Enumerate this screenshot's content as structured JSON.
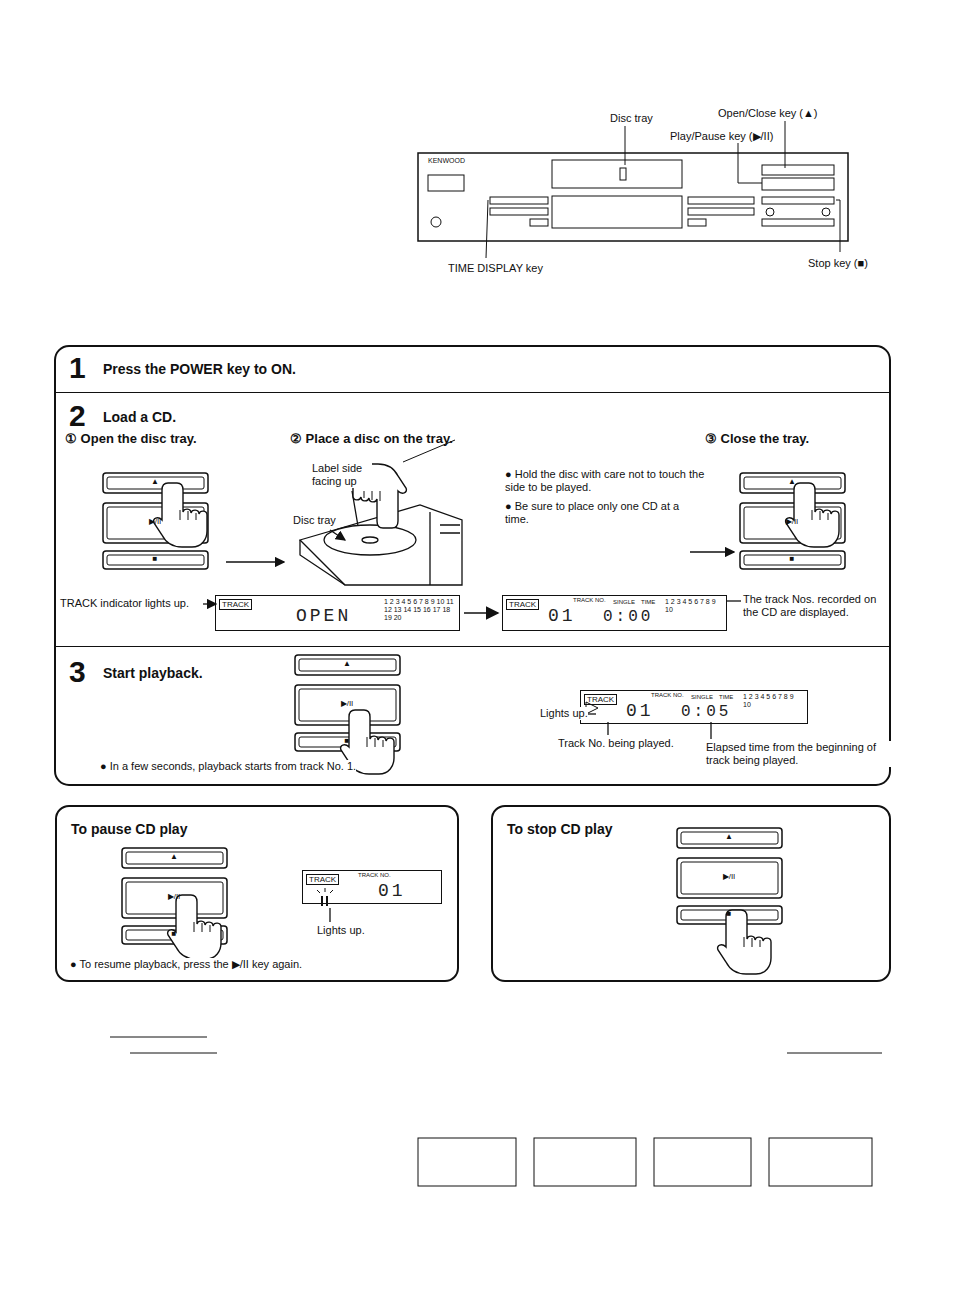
{
  "diagram": {
    "nodes": [
      {
        "text": [
          "1",
          "Press the POWER key to ON."
        ]
      },
      {
        "text": [
          "2",
          "Load a CD."
        ]
      },
      {
        "text": [
          "① Open the disc tray."
        ],
        "in": 1
      },
      {
        "text": [
          "② Place a disc on the tray."
        ],
        "in": 1
      },
      {
        "text": [
          "③ Close the tray."
        ],
        "in": 1
      },
      {
        "text": [
          "TRACK",
          "OPEN",
          "1 2 3 4 5 6 7 8 9 10 11 12 13 14 15 16 17 18 19 20"
        ],
        "in": 1
      },
      {
        "text": [
          "TRACK",
          "TRACK NO.",
          "SINGLE",
          "TIME",
          "01",
          "0:00",
          "1 2 3 4 5 6 7 8 9 10"
        ],
        "in": 1
      },
      {
        "text": [
          "3",
          "Start playback."
        ]
      },
      {
        "text": [
          "TRACK",
          "TRACK NO.",
          "SINGLE",
          "TIME",
          "01",
          "0:05",
          "1 2 3 4 5 6 7 8 9 10"
        ],
        "in": 7
      },
      {
        "text": [
          "To pause CD play"
        ]
      },
      {
        "text": [
          "TRACK",
          "TRACK NO.",
          "01"
        ],
        "in": 9
      },
      {
        "text": [
          "To stop CD play"
        ]
      }
    ],
    "edges": [
      {
        "from": 5,
        "to": 6,
        "arrow": "to"
      }
    ],
    "labels": [
      "Disc tray",
      "Open/Close key (▲)",
      "Play/Pause key (▶/II)",
      "TIME DISPLAY key",
      "Stop key (■)",
      "KENWOOD",
      "TRACK indicator lights up.",
      "Label side facing up",
      "Disc tray",
      "● Hold the disc with care not to touch the side to be played.",
      "● Be sure to place only one CD at a time.",
      "The track Nos. recorded on the CD are displayed.",
      "● In a few seconds, playback starts from track No. 1.",
      "Lights up.",
      "Track No. being played.",
      "Elapsed time from the beginning of track being played.",
      "Lights up.",
      "● To resume playback, press the ▶/II key again.",
      "▲",
      "▶/II",
      "■",
      "▲",
      "▶/II",
      "■",
      "▲",
      "▶/II",
      "■",
      "▲",
      "▶/II",
      "■",
      "▲",
      "▶/II",
      "■"
    ]
  }
}
